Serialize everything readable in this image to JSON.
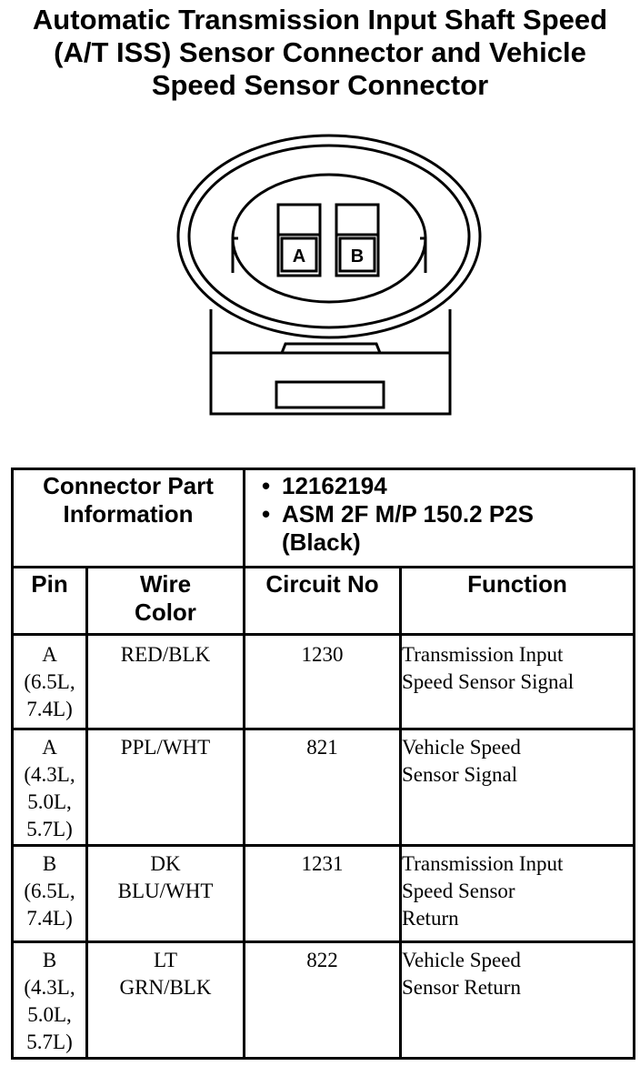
{
  "title": {
    "line1": "Automatic Transmission Input Shaft Speed",
    "line2": "(A/T ISS) Sensor Connector and Vehicle",
    "line3": "Speed Sensor Connector"
  },
  "connector": {
    "pin_a_label": "A",
    "pin_b_label": "B"
  },
  "part_info": {
    "label_line1": "Connector Part",
    "label_line2": "Information",
    "items": [
      {
        "text": "12162194"
      },
      {
        "text_line1": "ASM 2F M/P 150.2 P2S",
        "text_line2": "(Black)"
      }
    ],
    "bullet": "•"
  },
  "columns": {
    "pin": "Pin",
    "wire_color_line1": "Wire",
    "wire_color_line2": "Color",
    "circuit_no": "Circuit No",
    "function": "Function"
  },
  "rows": [
    {
      "pin": [
        "A",
        "(6.5L,",
        "7.4L)"
      ],
      "wire": [
        "RED/BLK"
      ],
      "circuit": "1230",
      "function": [
        "Transmission Input",
        "Speed Sensor Signal"
      ]
    },
    {
      "pin": [
        "A",
        "(4.3L,",
        "5.0L,",
        "5.7L)"
      ],
      "wire": [
        "PPL/WHT"
      ],
      "circuit": "821",
      "function": [
        "Vehicle Speed",
        "Sensor Signal"
      ]
    },
    {
      "pin": [
        "B",
        "(6.5L,",
        "7.4L)"
      ],
      "wire": [
        "DK",
        "BLU/WHT"
      ],
      "circuit": "1231",
      "function": [
        "Transmission Input",
        "Speed Sensor",
        "Return"
      ]
    },
    {
      "pin": [
        "B",
        "(4.3L,",
        "5.0L,",
        "5.7L)"
      ],
      "wire": [
        "LT",
        "GRN/BLK"
      ],
      "circuit": "822",
      "function": [
        "Vehicle Speed",
        "Sensor Return"
      ]
    }
  ]
}
